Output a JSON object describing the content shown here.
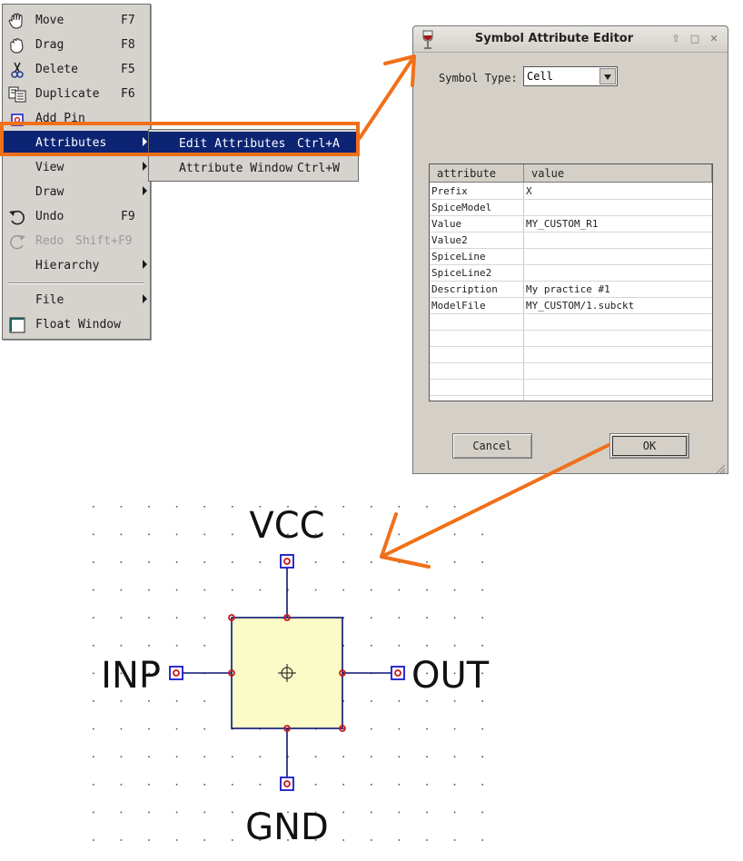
{
  "context_menu": {
    "items": [
      {
        "label": "Move",
        "shortcut": "F7",
        "icon": "hand-icon"
      },
      {
        "label": "Drag",
        "shortcut": "F8",
        "icon": "hand-drag-icon"
      },
      {
        "label": "Delete",
        "shortcut": "F5",
        "icon": "scissors-icon"
      },
      {
        "label": "Duplicate",
        "shortcut": "F6",
        "icon": "copy-icon"
      },
      {
        "label": "Add Pin",
        "shortcut": "",
        "icon": "pin-icon"
      },
      {
        "label": "Attributes",
        "shortcut": ""
      },
      {
        "label": "View",
        "shortcut": ""
      },
      {
        "label": "Draw",
        "shortcut": ""
      },
      {
        "label": "Undo",
        "shortcut": "F9",
        "icon": "undo-icon"
      },
      {
        "label": "Redo",
        "shortcut": "Shift+F9",
        "icon": "redo-icon"
      },
      {
        "label": "Hierarchy",
        "shortcut": ""
      },
      {
        "label": "File",
        "shortcut": ""
      },
      {
        "label": "Float Window",
        "shortcut": "",
        "icon": "checkbox-icon"
      }
    ]
  },
  "submenu": {
    "items": [
      {
        "label": "Edit Attributes",
        "shortcut": "Ctrl+A"
      },
      {
        "label": "Attribute Window",
        "shortcut": "Ctrl+W"
      }
    ]
  },
  "dialog": {
    "title": "Symbol Attribute Editor",
    "symbol_type_label": "Symbol Type:",
    "symbol_type_value": "Cell",
    "columns": [
      "attribute",
      "value"
    ],
    "rows": [
      [
        "Prefix",
        "X"
      ],
      [
        "SpiceModel",
        ""
      ],
      [
        "Value",
        "MY_CUSTOM_R1"
      ],
      [
        "Value2",
        ""
      ],
      [
        "SpiceLine",
        ""
      ],
      [
        "SpiceLine2",
        ""
      ],
      [
        "Description",
        "My practice #1"
      ],
      [
        "ModelFile",
        "MY_CUSTOM/1.subckt"
      ],
      [
        "",
        ""
      ],
      [
        "",
        ""
      ],
      [
        "",
        ""
      ],
      [
        "",
        ""
      ],
      [
        "",
        ""
      ]
    ],
    "cancel_label": "Cancel",
    "ok_label": "OK"
  },
  "symbol": {
    "pins": {
      "top": "VCC",
      "left": "INP",
      "right": "OUT",
      "bottom": "GND"
    },
    "colors": {
      "body_fill": "#fbfbc8",
      "body_stroke": "#0c1470",
      "pin_box": "#1818c8",
      "pin_dot": "#c81818",
      "arrow": "#f07019",
      "menu_highlight": "#0c2473"
    }
  }
}
